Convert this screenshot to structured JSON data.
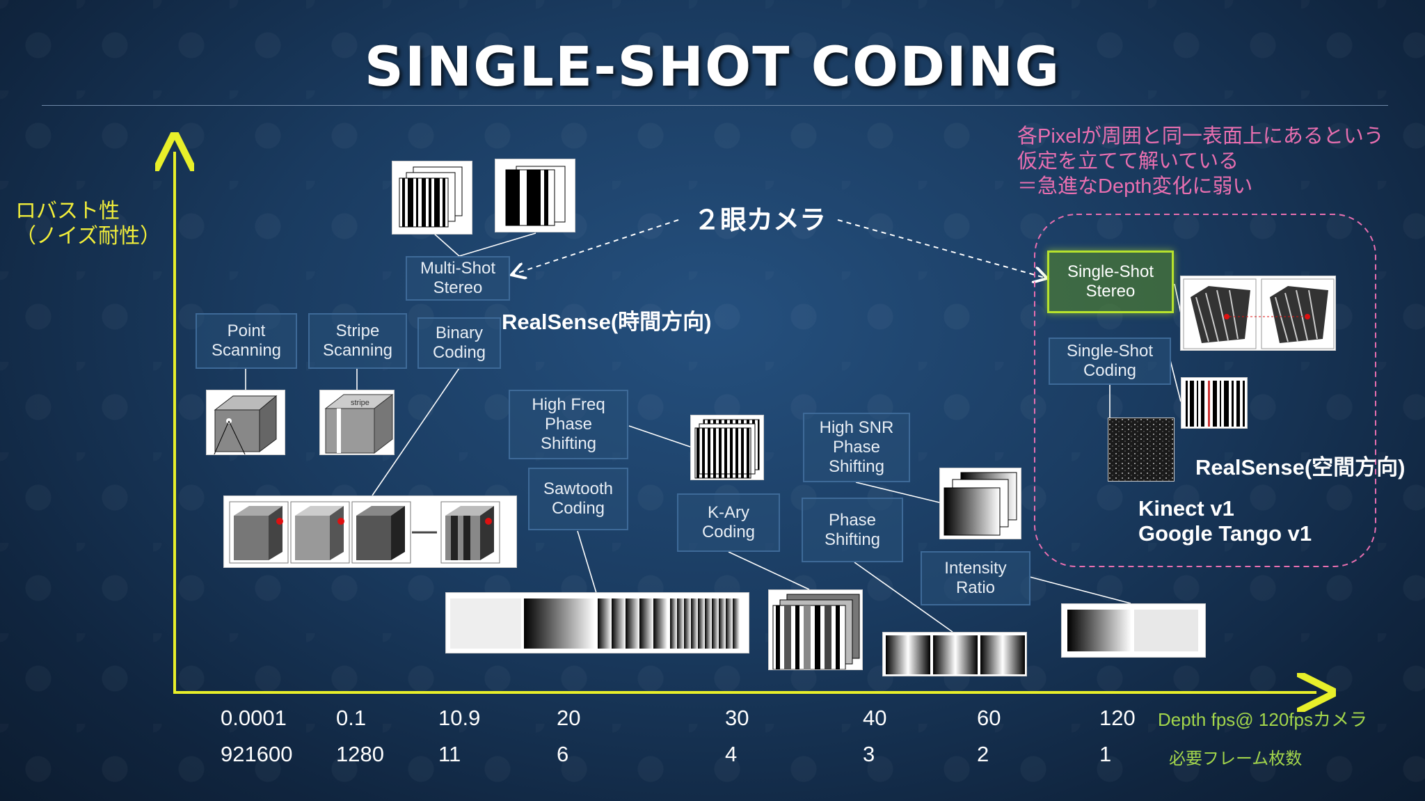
{
  "title": "SINGLE-SHOT CODING",
  "y_axis_label": "ロバスト性\n（ノイズ耐性）",
  "note": "各Pixelが周囲と同一表面上にあるという\n仮定を立てて解いている\n＝急進なDepth変化に弱い",
  "stereo_label": "２眼カメラ",
  "realsense_time": "RealSense(時間方向)",
  "realsense_space": "RealSense(空間方向)",
  "kinect": "Kinect v1\nGoogle Tango v1",
  "boxes": {
    "point": "Point\nScanning",
    "stripe": "Stripe\nScanning",
    "binary": "Binary\nCoding",
    "multishot": "Multi-Shot\nStereo",
    "highfreq": "High Freq\nPhase\nShifting",
    "sawtooth": "Sawtooth\nCoding",
    "kary": "K-Ary\nCoding",
    "highsnr": "High SNR\nPhase\nShifting",
    "phase": "Phase\nShifting",
    "intensity": "Intensity\nRatio",
    "ss_stereo": "Single-Shot\nStereo",
    "ss_coding": "Single-Shot\nCoding"
  },
  "x_axis": {
    "fps_label": "Depth fps@ 120fpsカメラ",
    "frames_label": "必要フレーム枚数",
    "fps": [
      "0.0001",
      "0.1",
      "10.9",
      "20",
      "30",
      "40",
      "60",
      "120"
    ],
    "frames": [
      "921600",
      "1280",
      "11",
      "6",
      "4",
      "3",
      "2",
      "1"
    ]
  },
  "image_text": {
    "stripe": "stripe"
  },
  "colors": {
    "axis": "#e8ef2a",
    "highlight": "#b6e22d",
    "note": "#e96fb0",
    "axis_label": "#a3d64b"
  }
}
